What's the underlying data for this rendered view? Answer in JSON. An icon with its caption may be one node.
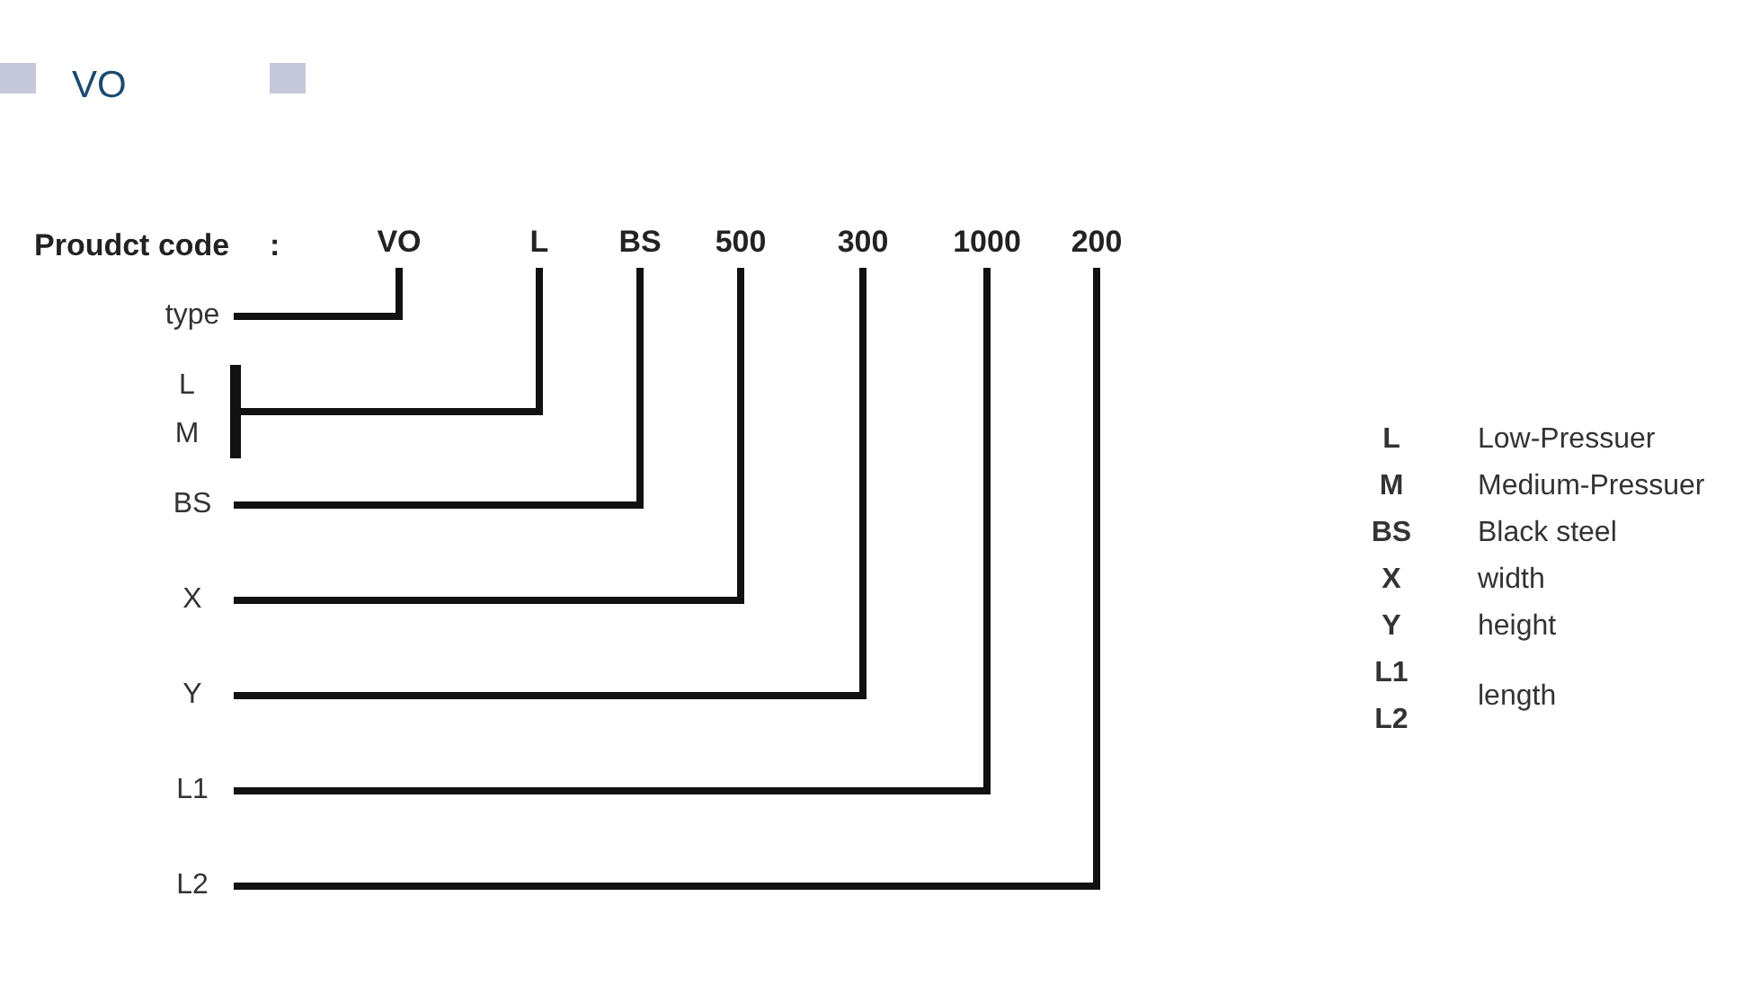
{
  "diagram": {
    "title": "VO",
    "nodes": [
      {
        "text": [
          "VO"
        ]
      },
      {
        "text": [
          "L"
        ]
      },
      {
        "text": [
          "BS"
        ]
      },
      {
        "text": [
          "500"
        ]
      },
      {
        "text": [
          "300"
        ]
      },
      {
        "text": [
          "1000"
        ]
      },
      {
        "text": [
          "200"
        ]
      },
      {
        "text": [
          "type"
        ]
      },
      {
        "text": [
          "L"
        ]
      },
      {
        "text": [
          "M"
        ]
      },
      {
        "text": [],
        "shape": "bar"
      },
      {
        "text": [
          "BS"
        ]
      },
      {
        "text": [
          "X"
        ]
      },
      {
        "text": [
          "Y"
        ]
      },
      {
        "text": [
          "L1"
        ]
      },
      {
        "text": [
          "L2"
        ]
      }
    ],
    "edges": [
      {
        "from": 0,
        "to": 7,
        "arrow": "none"
      },
      {
        "from": 1,
        "to": 10,
        "arrow": "none"
      },
      {
        "from": 2,
        "to": 11,
        "arrow": "none"
      },
      {
        "from": 3,
        "to": 12,
        "arrow": "none"
      },
      {
        "from": 4,
        "to": 13,
        "arrow": "none"
      },
      {
        "from": 5,
        "to": 14,
        "arrow": "none"
      },
      {
        "from": 6,
        "to": 15,
        "arrow": "none"
      }
    ],
    "labels": [
      "Proudct code",
      ":",
      "L",
      "Low-Pressuer",
      "M",
      "Medium-Pressuer",
      "BS",
      "Black steel",
      "X",
      "width",
      "Y",
      "height",
      "L1",
      "length",
      "L2"
    ]
  }
}
